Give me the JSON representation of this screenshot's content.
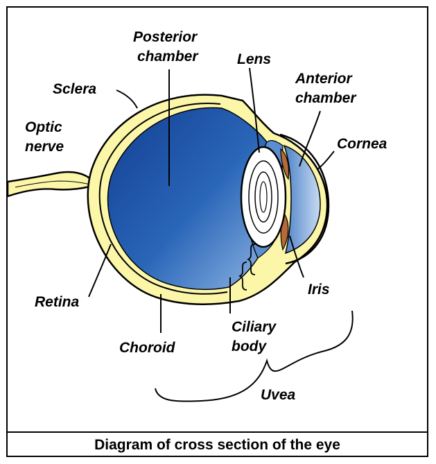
{
  "labels": {
    "posterior_chamber": [
      "Posterior",
      "chamber"
    ],
    "lens": "Lens",
    "anterior_chamber": [
      "Anterior",
      "chamber"
    ],
    "sclera": "Sclera",
    "optic_nerve": [
      "Optic",
      "nerve"
    ],
    "cornea": "Cornea",
    "retina": "Retina",
    "iris": "Iris",
    "ciliary_body": [
      "Ciliary",
      "body"
    ],
    "choroid": "Choroid",
    "uvea": "Uvea"
  },
  "caption": "Diagram of cross section of the eye",
  "colors": {
    "sclera_fill": "#fbf6a8",
    "vitreous_dark": "#1e54a8",
    "vitreous_light": "#7aa6db",
    "anterior_fill": "#9fc0e6",
    "iris_fill": "#b46a3a",
    "lens_fill": "#ffffff",
    "outline": "#000000"
  }
}
